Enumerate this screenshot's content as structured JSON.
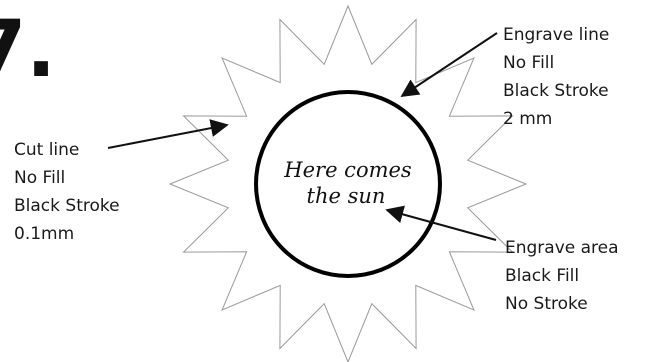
{
  "glyph": "7.",
  "colors": {
    "cut_line": "#9a9a9a",
    "engrave_line": "#000000",
    "text": "#111111",
    "background": "#ffffff"
  },
  "center_text": {
    "line1": "Here comes",
    "line2": "the sun"
  },
  "callouts": {
    "engrave_line": {
      "lines": [
        "Engrave line",
        "No Fill",
        "Black Stroke",
        "2 mm"
      ]
    },
    "cut_line": {
      "lines": [
        "Cut line",
        "No Fill",
        "Black Stroke",
        "0.1mm"
      ]
    },
    "engrave_area": {
      "lines": [
        "Engrave area",
        "Black Fill",
        "No Stroke"
      ]
    }
  }
}
